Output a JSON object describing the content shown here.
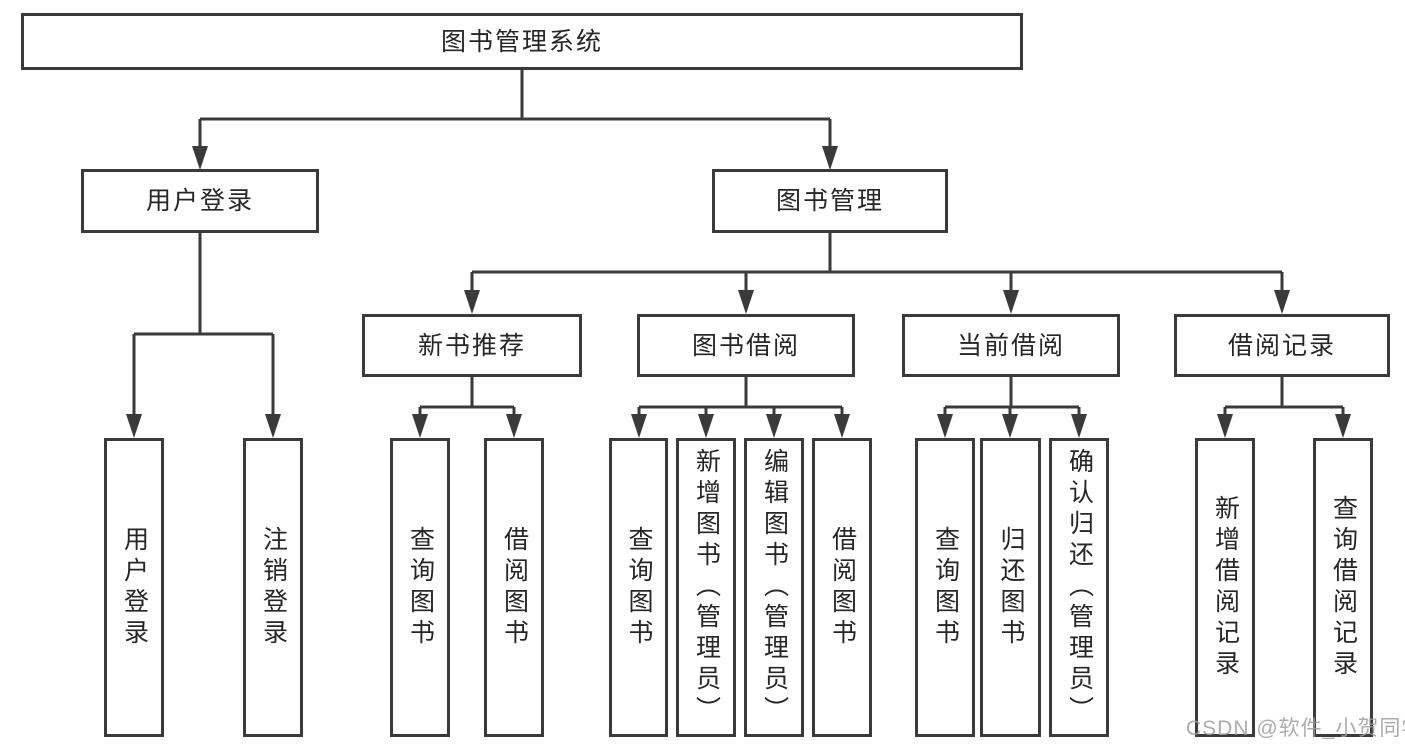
{
  "diagram": {
    "title": "图书管理系统",
    "type": "functional-structure-tree",
    "colors": {
      "line": "#3a3a3a",
      "box_border": "#3a3a3a",
      "text": "#262626",
      "background": "#ffffff",
      "watermark": "#9e9e9e"
    },
    "nodes": {
      "root": "图书管理系统",
      "l2": [
        "用户登录",
        "图书管理"
      ],
      "l3": [
        "新书推荐",
        "图书借阅",
        "当前借阅",
        "借阅记录"
      ],
      "leaves": {
        "login": [
          "用户登录",
          "注销登录"
        ],
        "recommend": [
          "查询图书",
          "借阅图书"
        ],
        "borrow": [
          "查询图书",
          "新增图书（管理员）",
          "编辑图书（管理员）",
          "借阅图书"
        ],
        "current": [
          "查询图书",
          "归还图书",
          "确认归还（管理员）"
        ],
        "record": [
          "新增借阅记录",
          "查询借阅记录"
        ]
      }
    },
    "watermark": "CSDN @软件_小贺同学"
  }
}
